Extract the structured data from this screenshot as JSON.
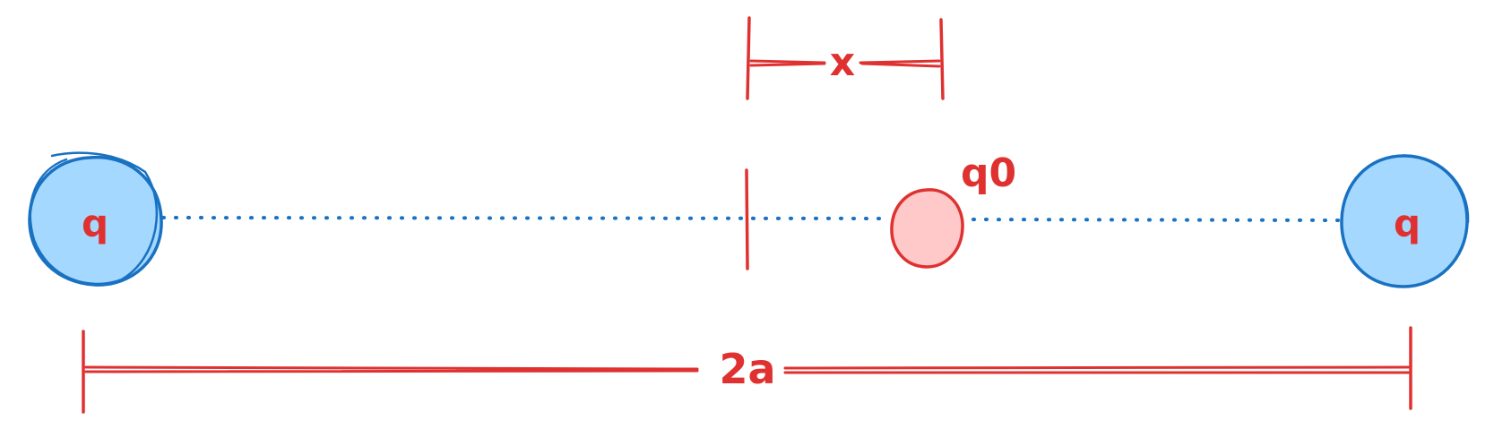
{
  "colors": {
    "stroke_red": "#e03131",
    "stroke_blue": "#1971c2",
    "fill_blue": "#a5d8ff",
    "fill_red": "#ffc9c9",
    "background": "#ffffff"
  },
  "labels": {
    "left_charge": "q",
    "right_charge": "q",
    "test_charge": "q0",
    "offset": "x",
    "separation": "2a"
  }
}
